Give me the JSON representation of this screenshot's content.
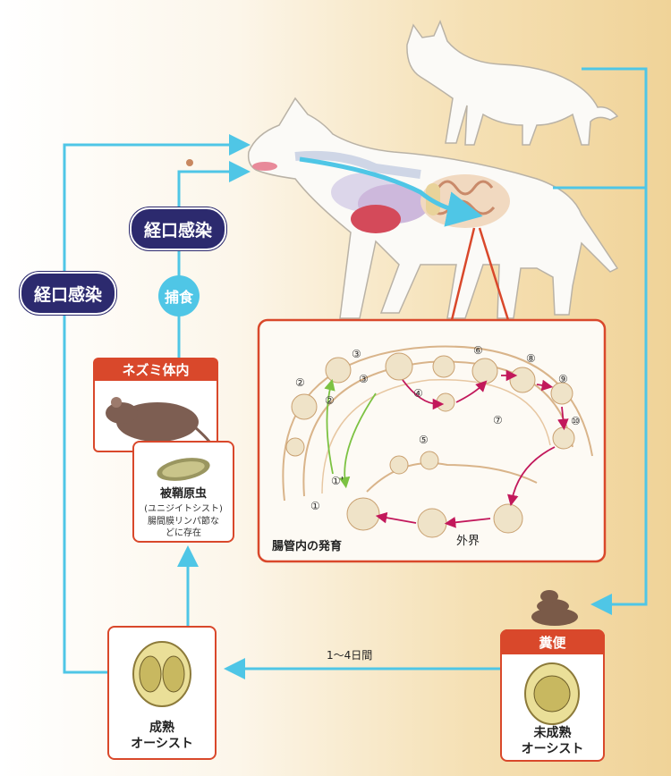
{
  "labels": {
    "oral_infection_left": "経口感染",
    "oral_infection_mid": "経口感染",
    "predation": "捕食",
    "mouse_title": "ネズミ体内",
    "parasite_name": "被鞘原虫",
    "parasite_note": "(ユニジイトシスト)\n腸間膜リンパ節な\nどに存在",
    "intestine_title": "腸管内の発育",
    "outside": "外界",
    "feces": "糞便",
    "days": "1～4日間",
    "mature_oocyst": "成熟\nオーシスト",
    "immature_oocyst": "未成熟\nオーシスト"
  },
  "stage_numbers": [
    "①",
    "①'",
    "②",
    "②",
    "③",
    "③",
    "④",
    "⑤",
    "⑥",
    "⑦",
    "⑧",
    "⑨",
    "⑩"
  ],
  "colors": {
    "arrow_blue": "#4fc6e6",
    "navy": "#2c2a6e",
    "red_frame": "#d9482b",
    "intestine_bg": "#f6efe2"
  }
}
